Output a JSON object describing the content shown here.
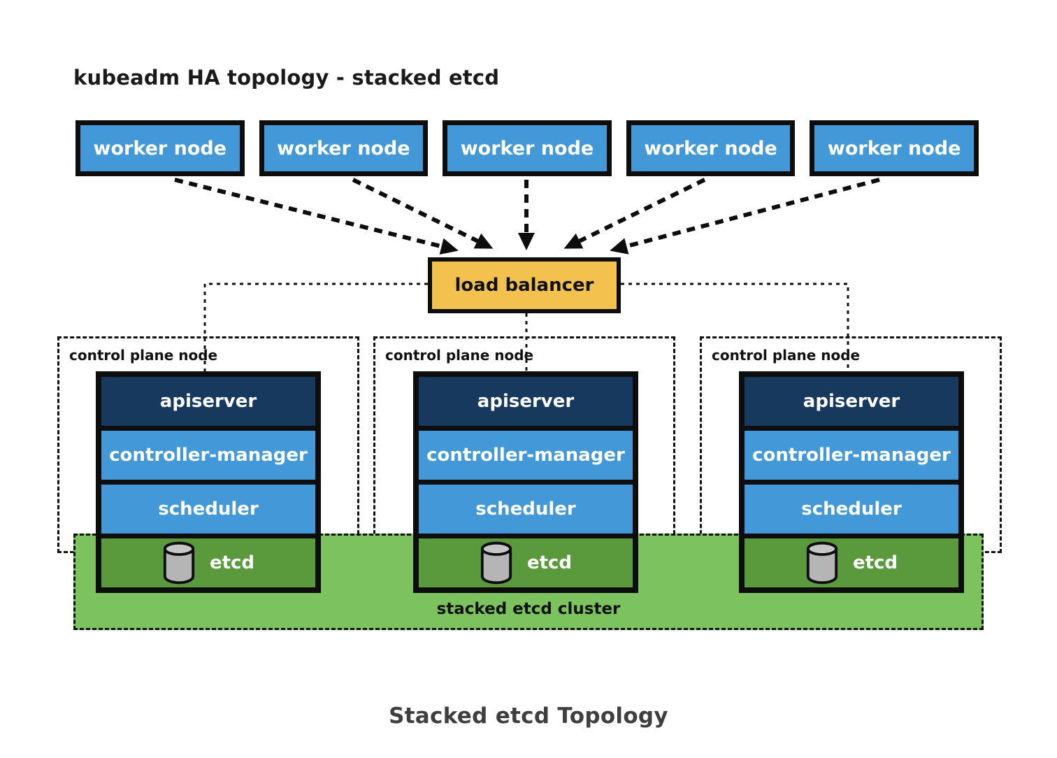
{
  "title": "kubeadm HA topology - stacked etcd",
  "caption": "Stacked etcd Topology",
  "workers": [
    {
      "label": "worker node"
    },
    {
      "label": "worker node"
    },
    {
      "label": "worker node"
    },
    {
      "label": "worker node"
    },
    {
      "label": "worker node"
    }
  ],
  "load_balancer": {
    "label": "load balancer"
  },
  "control_planes": [
    {
      "label": "control plane node",
      "apiserver": "apiserver",
      "controller_manager": "controller-manager",
      "scheduler": "scheduler",
      "etcd": "etcd"
    },
    {
      "label": "control plane node",
      "apiserver": "apiserver",
      "controller_manager": "controller-manager",
      "scheduler": "scheduler",
      "etcd": "etcd"
    },
    {
      "label": "control plane node",
      "apiserver": "apiserver",
      "controller_manager": "controller-manager",
      "scheduler": "scheduler",
      "etcd": "etcd"
    }
  ],
  "etcd_cluster": {
    "label": "stacked etcd cluster"
  },
  "icons": {
    "etcd_icon": "database-cylinder-icon"
  },
  "colors": {
    "worker_blue": "#4398d8",
    "apiserver_navy": "#17395e",
    "etcd_green": "#5b9a3c",
    "cluster_band_green": "#7cc35f",
    "load_balancer_orange": "#f2c14e",
    "border_black": "#0d0d0d",
    "caption_gray": "#3f3f3f"
  }
}
